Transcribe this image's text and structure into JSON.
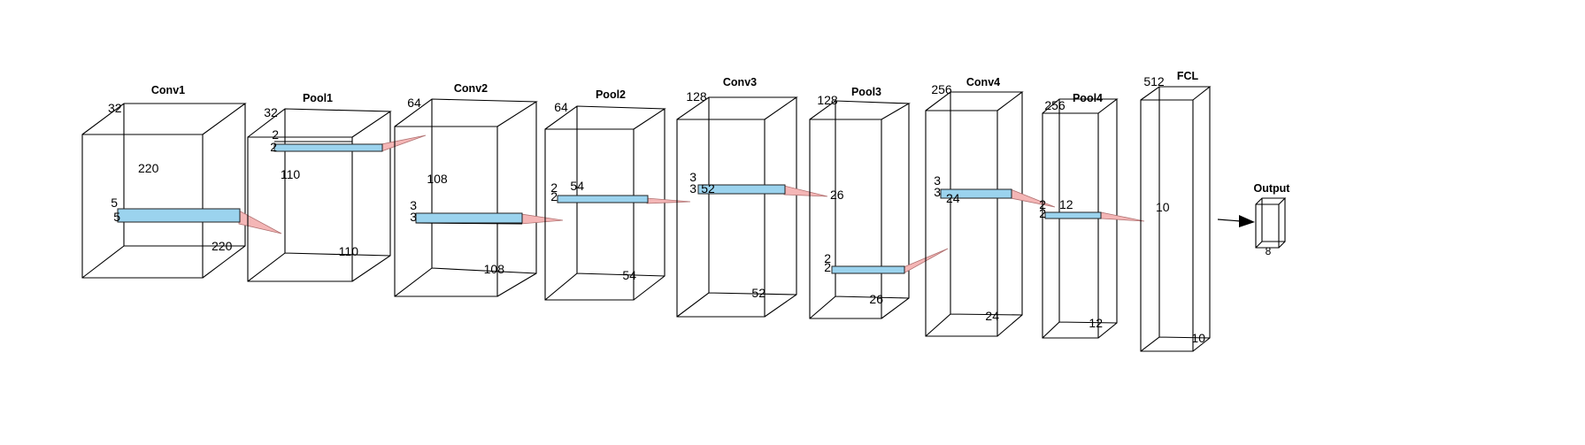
{
  "layers": [
    {
      "title": "Conv1",
      "depth": "32",
      "height": "220",
      "width": "220",
      "kernel_h": "5",
      "kernel_w": "5"
    },
    {
      "title": "Pool1",
      "depth": "32",
      "height": "110",
      "width": "110",
      "kernel_h": "2",
      "kernel_w": "2"
    },
    {
      "title": "Conv2",
      "depth": "64",
      "height": "108",
      "width": "108",
      "kernel_h": "3",
      "kernel_w": "3"
    },
    {
      "title": "Pool2",
      "depth": "64",
      "height": "54",
      "width": "54",
      "kernel_h": "2",
      "kernel_w": "2"
    },
    {
      "title": "Conv3",
      "depth": "128",
      "height": "52",
      "width": "52",
      "kernel_h": "3",
      "kernel_w": "3"
    },
    {
      "title": "Pool3",
      "depth": "128",
      "height": "26",
      "width": "26",
      "kernel_h": "2",
      "kernel_w": "2"
    },
    {
      "title": "Conv4",
      "depth": "256",
      "height": "24",
      "width": "24",
      "kernel_h": "3",
      "kernel_w": "3"
    },
    {
      "title": "Pool4",
      "depth": "256",
      "height": "12",
      "width": "12",
      "kernel_h": "2",
      "kernel_w": "2"
    },
    {
      "title": "FCL",
      "depth": "512",
      "height": "10",
      "width": "10"
    }
  ],
  "output": {
    "title": "Output",
    "size": "8"
  },
  "colors": {
    "kernel": "#9bd3ee",
    "projection": "#f4b6b6",
    "line": "#000000"
  }
}
